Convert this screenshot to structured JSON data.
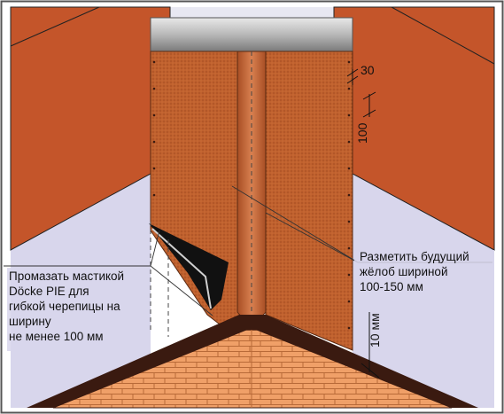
{
  "callouts": {
    "mastic": {
      "lines": [
        "Промазать мастикой",
        "Döcke PIE для",
        "гибкой черепицы на",
        "ширину",
        "не менее 100 мм"
      ]
    },
    "gutter": {
      "lines": [
        "Разметить будущий",
        "жёлоб шириной",
        "100-150 мм"
      ]
    }
  },
  "dimensions": {
    "edge_gap": "30",
    "nail_spacing": "100",
    "overhang": "10 мм"
  },
  "colors": {
    "roof_brick": "#c4552a",
    "underlay": "#c0612e",
    "wall_lavender": "#d8d6ec",
    "flashing_grey": "#a8a8a8",
    "brick_face": "#f0a068",
    "eave_dark": "#3a1a10",
    "mastic_black": "#111111"
  }
}
